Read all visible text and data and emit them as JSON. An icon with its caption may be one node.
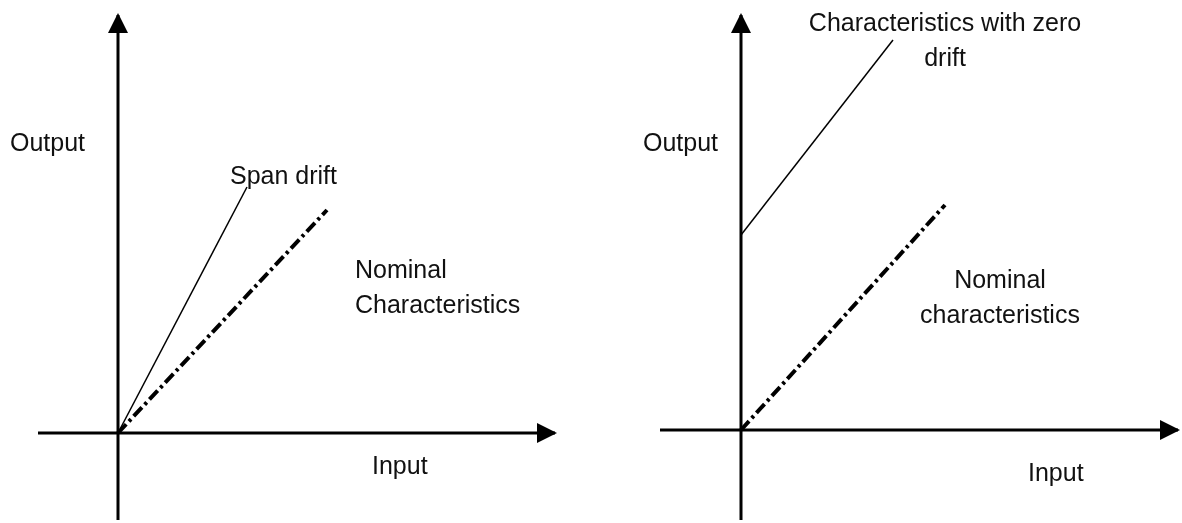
{
  "diagram": {
    "labels": [
      "Output",
      "Span drift",
      "Nominal Characteristics",
      "Input",
      "Characteristics with zero drift",
      "Output",
      "Nominal characteristics",
      "Input"
    ]
  }
}
